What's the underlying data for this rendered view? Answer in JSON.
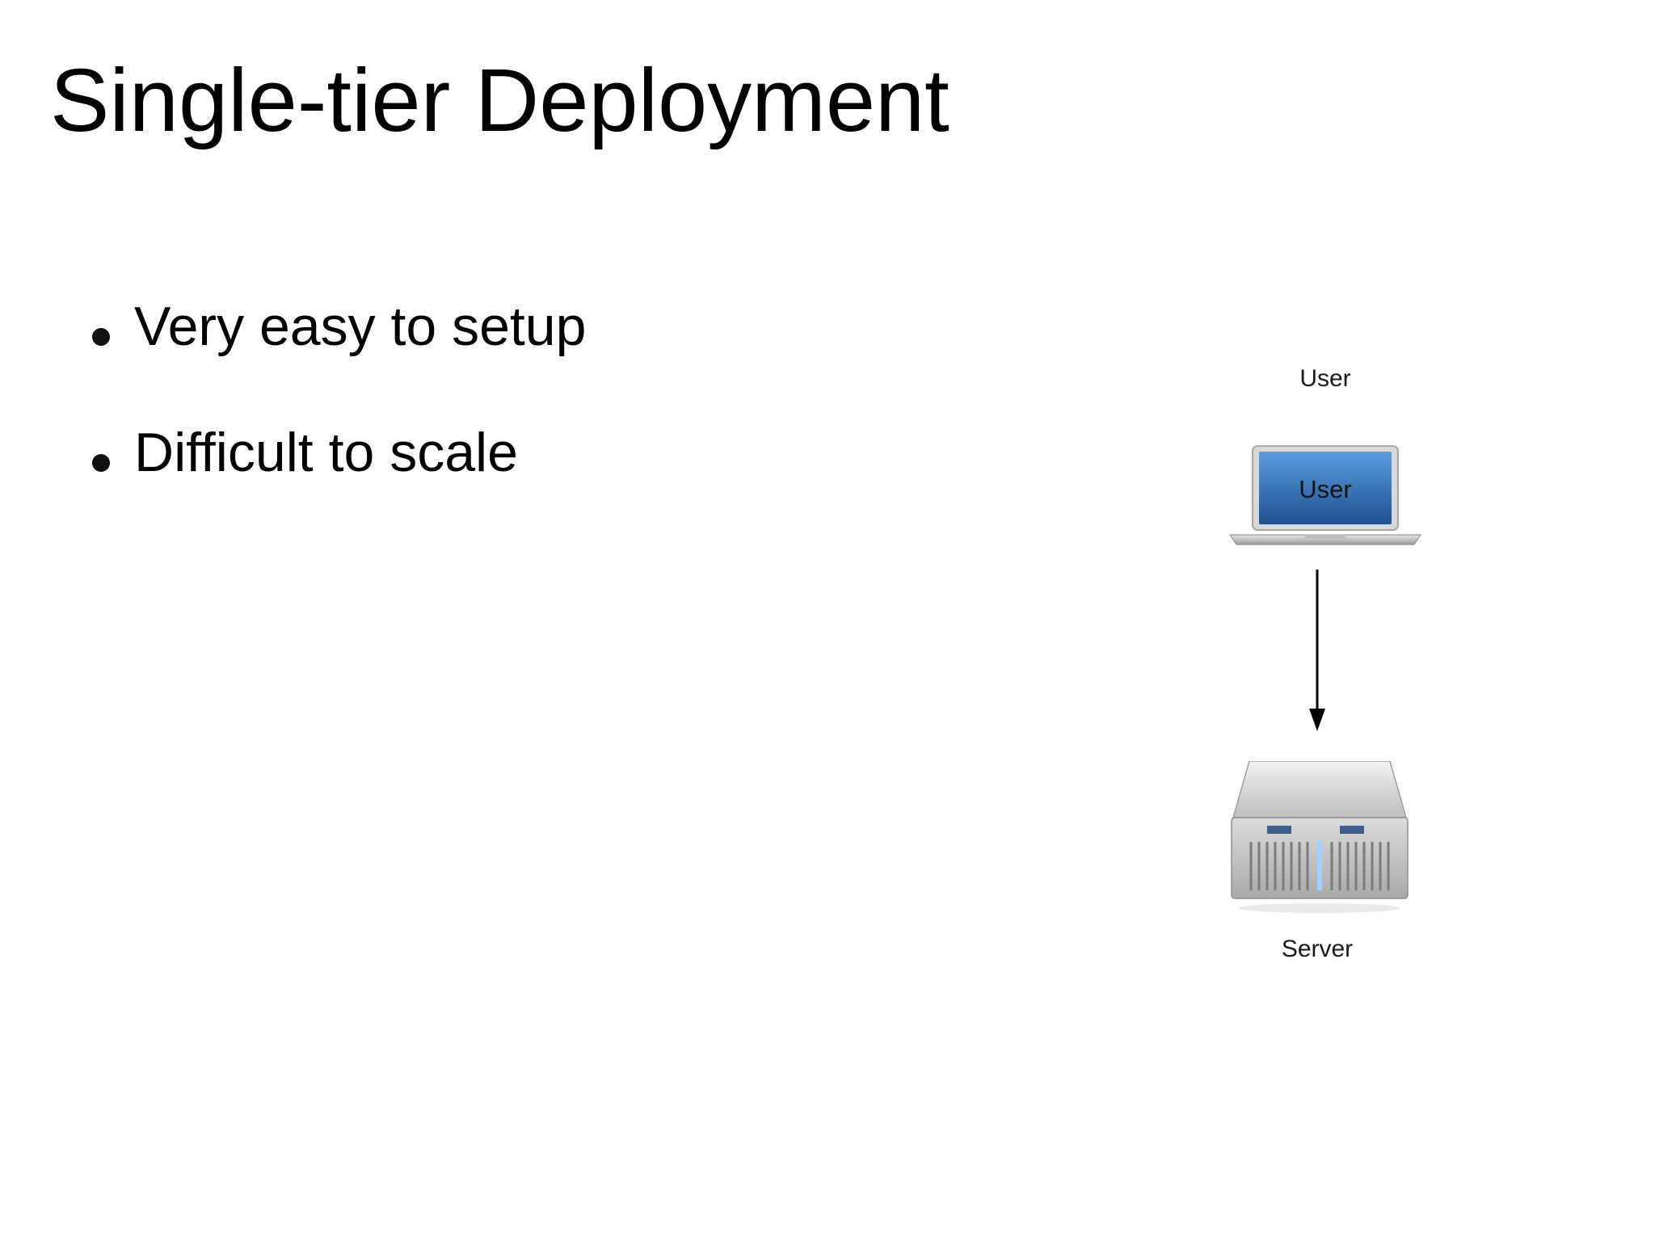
{
  "slide": {
    "title": "Single-tier Deployment",
    "bullets": [
      "Very easy to setup",
      "Difficult to scale"
    ]
  },
  "diagram": {
    "user_label": "User",
    "laptop_screen_text": "User",
    "server_label": "Server",
    "icons": {
      "client": "laptop-icon",
      "connector": "arrow-down-icon",
      "server": "server-icon"
    },
    "colors": {
      "screen": "#2f6fb8",
      "arrow": "#000000",
      "server_body": "#c9c9c9"
    }
  }
}
